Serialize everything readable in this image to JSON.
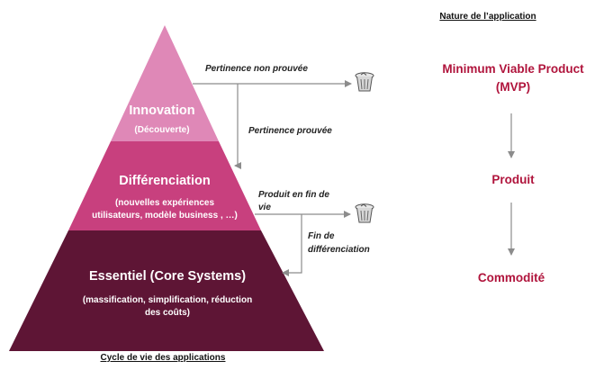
{
  "header": {
    "nature_title": "Nature de l’application"
  },
  "footer": {
    "cycle_title": "Cycle de vie des applications"
  },
  "pyramid": {
    "tiers": [
      {
        "title": "Innovation",
        "subtitle": [
          "(Découverte)"
        ],
        "color": "#df88b7"
      },
      {
        "title": "Différenciation",
        "subtitle": [
          "(nouvelles expériences",
          "utilisateurs, modèle business , …)"
        ],
        "color": "#c8407e"
      },
      {
        "title": "Essentiel (Core Systems)",
        "subtitle": [
          "(massification, simplification, réduction",
          "des coûts)"
        ],
        "color": "#5e1535"
      }
    ]
  },
  "arrows": {
    "pertinence_non_prouvee": "Pertinence non prouvée",
    "pertinence_prouvee": "Pertinence prouvée",
    "produit_fin_vie": [
      "Produit en fin de",
      "vie"
    ],
    "fin_differenciation": [
      "Fin de",
      "différenciation"
    ]
  },
  "nature": {
    "mvp": [
      "Minimum Viable Product",
      "(MVP)"
    ],
    "produit": "Produit",
    "commodite": "Commodité"
  },
  "colors": {
    "accent": "#b0143c",
    "arrow": "#8c8c8c"
  },
  "icons": [
    "trash-icon",
    "trash-icon"
  ]
}
